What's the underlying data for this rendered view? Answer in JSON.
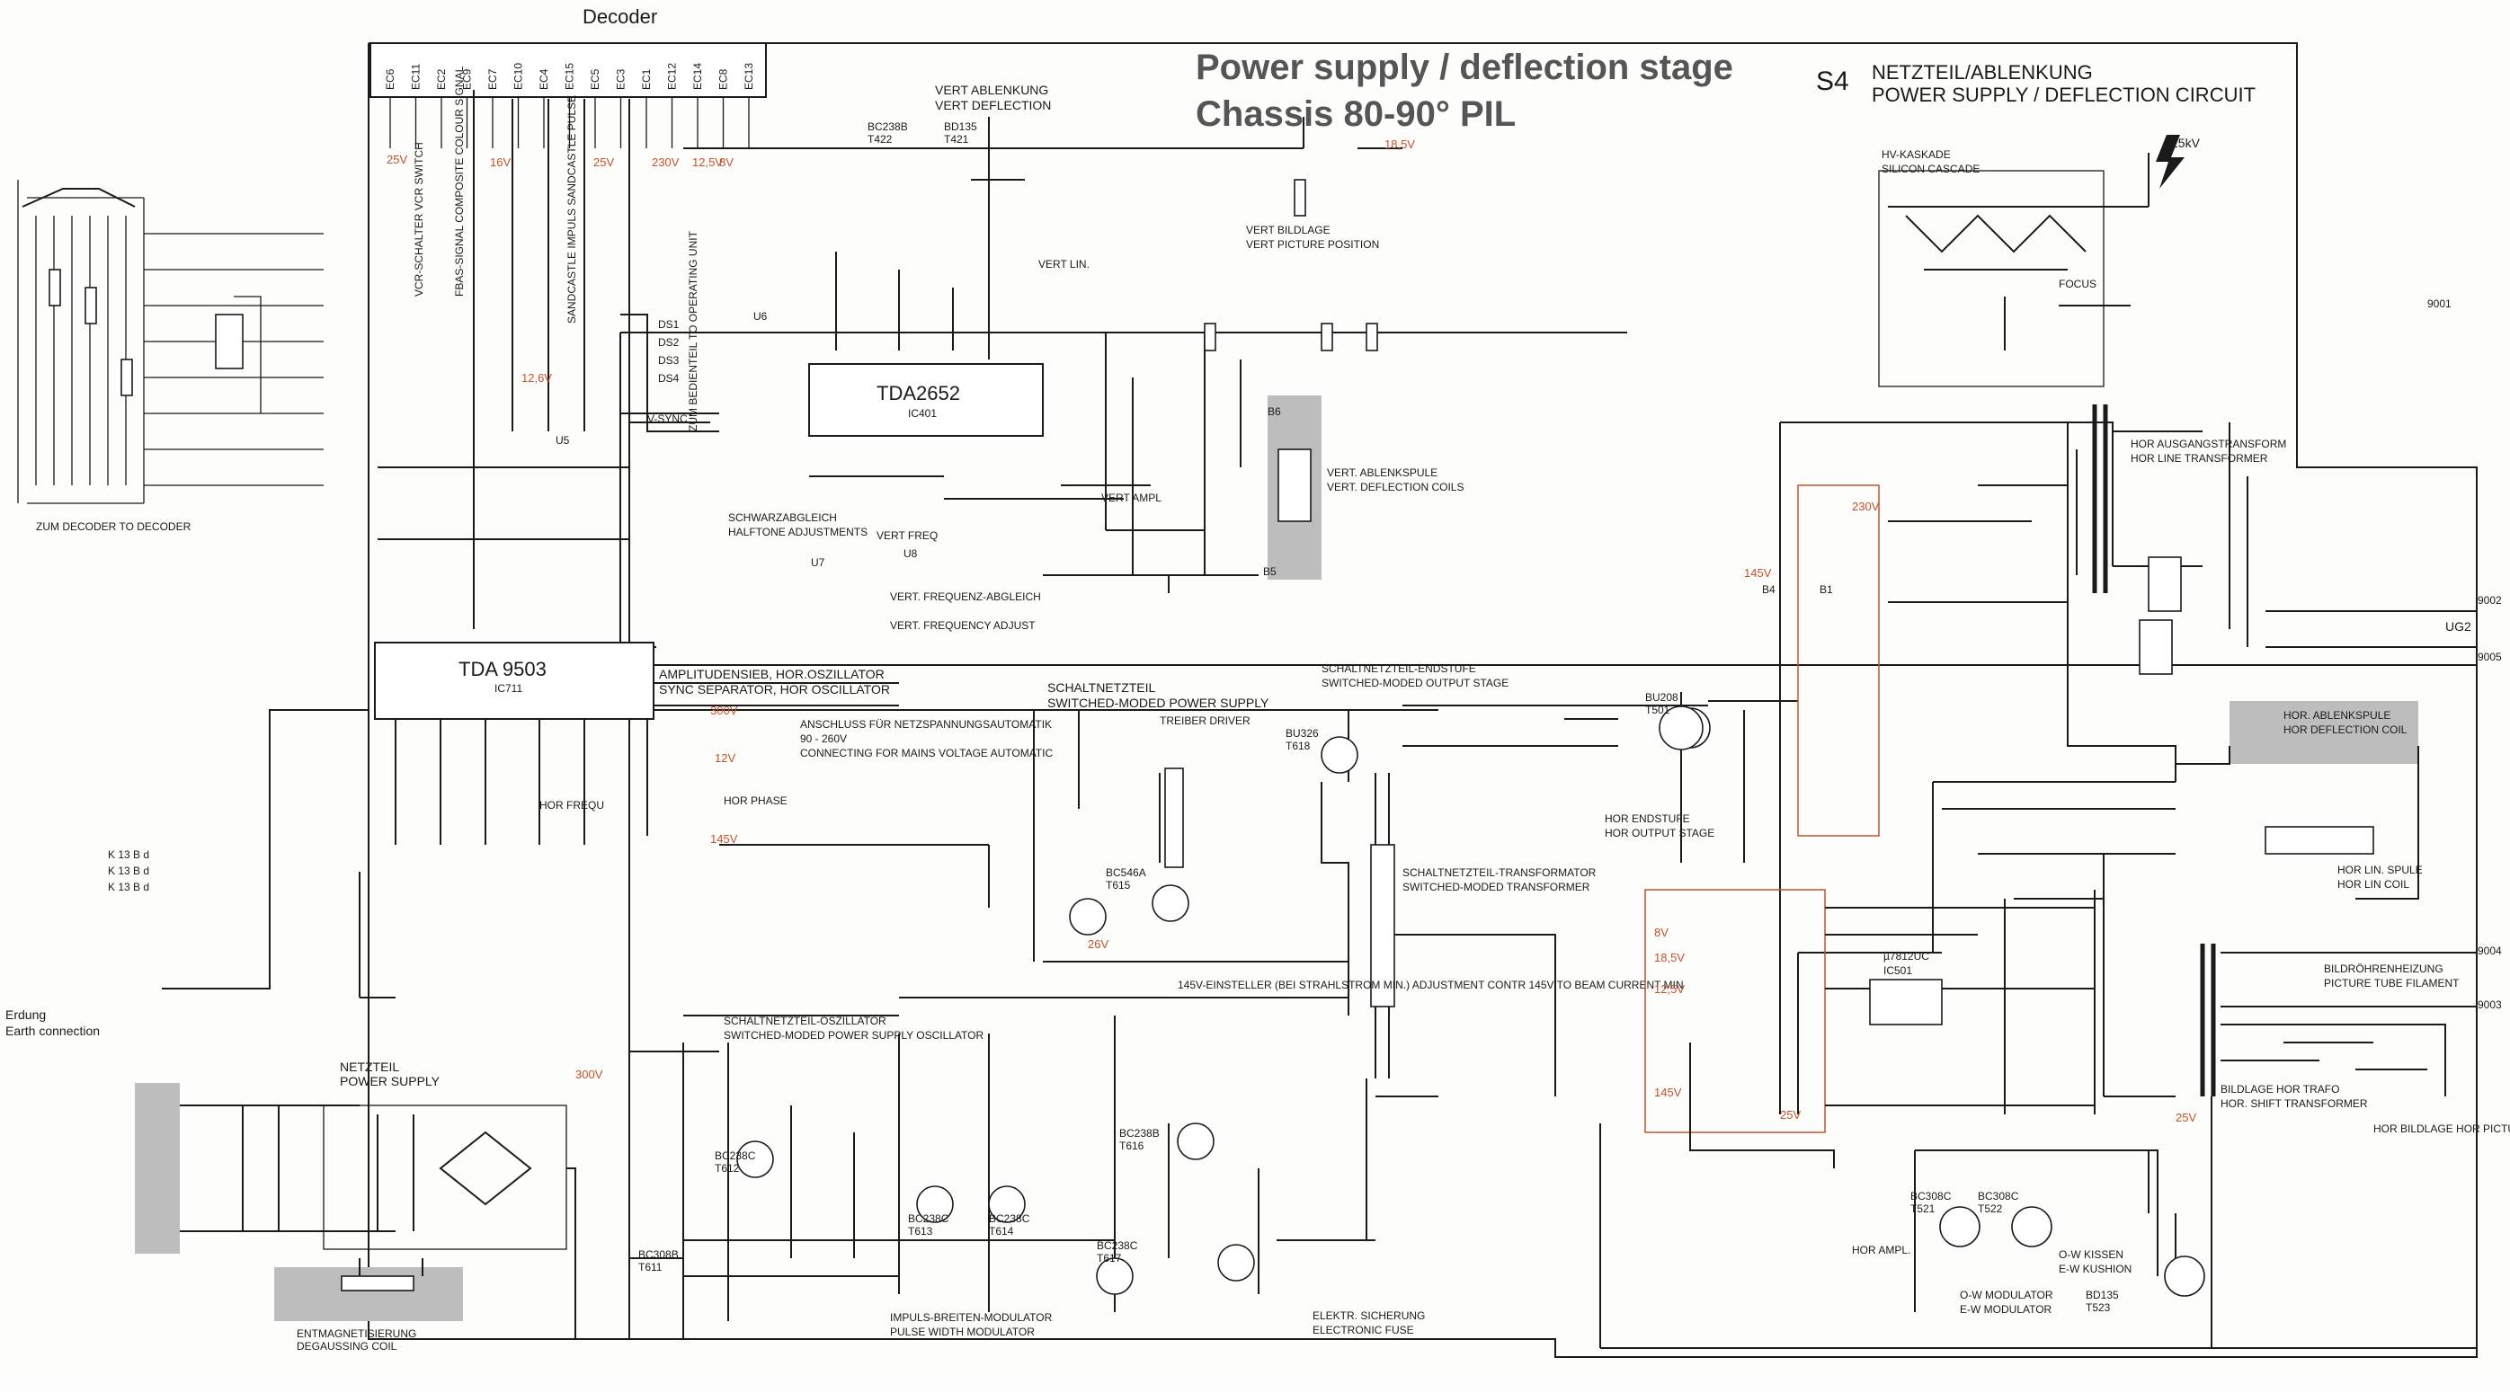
{
  "header": {
    "decoder_label": "Decoder",
    "title_line1": "Power supply / deflection stage",
    "title_line2": "Chassis 80-90° PIL",
    "sheet_id": "S4",
    "subtitle_de": "NETZTEIL/ABLENKUNG",
    "subtitle_en": "POWER SUPPLY / DEFLECTION CIRCUIT"
  },
  "connector_pins": [
    "EC6",
    "EC11",
    "EC2",
    "EC9",
    "EC7",
    "EC10",
    "EC4",
    "EC15",
    "EC5",
    "EC3",
    "EC1",
    "EC12",
    "EC14",
    "EC8",
    "EC13"
  ],
  "ic_blocks": {
    "tda9503": {
      "name": "TDA 9503",
      "ref": "IC711",
      "desc_1": "AMPLITUDENSIEB, HOR.OSZILLATOR",
      "desc_2": "SYNC SEPARATOR, HOR OSCILLATOR"
    },
    "tda2652": {
      "name": "TDA2652",
      "ref": "IC401"
    },
    "regulator": {
      "name": "µ7812UC",
      "ref": "IC501"
    }
  },
  "section_labels": {
    "vert_ablenkung": "VERT ABLENKUNG",
    "vert_deflection": "VERT DEFLECTION",
    "smps_de": "SCHALTNETZTEIL",
    "smps_en": "SWITCHED-MODED POWER SUPPLY",
    "smps_out_de": "SCHALTNETZTEIL-ENDSTUFE",
    "smps_out_en": "SWITCHED-MODED OUTPUT STAGE",
    "smps_trafo_de": "SCHALTNETZTEIL-TRANSFORMATOR",
    "smps_trafo_en": "SWITCHED-MODED TRANSFORMER",
    "netzteil_de": "NETZTEIL",
    "netzteil_en": "POWER SUPPLY",
    "earth_de": "Erdung",
    "earth_en": "Earth connection",
    "degauss_de": "ENTMAGNETISIERUNG",
    "degauss_en": "DEGAUSSING COIL",
    "vert_coils_de": "VERT. ABLENKSPULE",
    "vert_coils_en": "VERT. DEFLECTION COILS",
    "hor_coil_de": "HOR. ABLENKSPULE",
    "hor_coil_en": "HOR DEFLECTION COIL",
    "hv_cascade_de": "HV-KASKADE",
    "hv_cascade_en": "SILICON CASCADE",
    "line_trafo_de": "HOR AUSGANGSTRANSFORM",
    "line_trafo_en": "HOR LINE TRANSFORMER",
    "hor_out_de": "HOR ENDSTUFE",
    "hor_out_en": "HOR OUTPUT STAGE",
    "mains_auto_de": "ANSCHLUSS FÜR NETZSPANNUNGSAUTOMATIK",
    "mains_auto_range": "90 - 260V",
    "mains_auto_en": "CONNECTING FOR MAINS VOLTAGE AUTOMATIC",
    "ew_mod_de": "O-W MODULATOR",
    "ew_mod_en": "E-W MODULATOR",
    "ew_kiss_de": "O-W KISSEN",
    "ew_kiss_en": "E-W KUSHION",
    "filament_de": "BILDRÖHRENHEIZUNG",
    "filament_en": "PICTURE TUBE FILAMENT",
    "hor_lin": "HOR LIN. SPULE",
    "hor_lin_en": "HOR LIN COIL",
    "shift_de": "BILDLAGE HOR TRAFO",
    "shift_en": "HOR. SHIFT TRANSFORMER",
    "fuse_de": "ELEKTR. SICHERUNG",
    "fuse_en": "ELECTRONIC FUSE",
    "pwm_de": "IMPULS-BREITEN-MODULATOR",
    "pwm_en": "PULSE WIDTH MODULATOR",
    "osc_de": "SCHALTNETZTEIL-OSZILLATOR",
    "osc_en": "SWITCHED-MODED POWER SUPPLY OSCILLATOR",
    "vert_pos_de": "VERT BILDLAGE",
    "vert_pos_en": "VERT PICTURE POSITION",
    "hor_pos": "HOR BILDLAGE HOR PICTURE POSITION",
    "halftone_de": "SCHWARZABGLEICH",
    "halftone_en": "HALFTONE ADJUSTMENTS",
    "vert_freq_adj_de": "VERT. FREQUENZ-ABGLEICH",
    "vert_freq_adj_en": "VERT. FREQUENCY ADJUST",
    "hor_phase": "HOR PHASE",
    "hor_frequ": "HOR FREQU",
    "beam_adj": "145V-EINSTELLER (BEI STRAHLSTROM MIN.) ADJUSTMENT CONTR 145V TO BEAM CURRENT MIN",
    "zum_decoder": "ZUM DECODER TO DECODER",
    "hor_ampl": "HOR AMPL.",
    "vert_ampl": "VERT AMPL",
    "vert_lin": "VERT LIN.",
    "vert_freq": "VERT FREQ",
    "treiber": "TREIBER DRIVER",
    "focus": "FOCUS",
    "fbas": "FBAS-SIGNAL COMPOSITE COLOUR SIGNAL",
    "vcr_switch": "VCR-SCHALTER VCR SWITCH",
    "sandcastle": "SANDCASTLE IMPULS SANDCASTLE PULSE",
    "operating": "ZUM BEDIENTEIL TO OPERATING UNIT"
  },
  "transistors": [
    "BC238B T422",
    "BD135 T421",
    "BC546A T615",
    "BU326 T618",
    "BU208 T501",
    "BC238C T612",
    "BC308B T611",
    "BC238C T613",
    "BC238C T614",
    "BC238B T616",
    "BC238C T617",
    "BC308C T521",
    "BC308C T522",
    "BD135 T523"
  ],
  "voltage_tags": [
    "25V",
    "16V",
    "25V",
    "230V",
    "12,5V",
    "8V",
    "18,5V",
    "12,6V",
    "230V",
    "145V",
    "300V",
    "12V",
    "145V",
    "26V",
    "8V",
    "18,5V",
    "12,5V",
    "145V",
    "25V",
    "25V",
    "300V"
  ],
  "outputs": [
    "9001",
    "9002",
    "9003",
    "9004",
    "9005"
  ],
  "vg2_label": "UG2",
  "k_labels": [
    "K 13 B d",
    "K 13 B d",
    "K 13 B d"
  ],
  "hv_label": "25kV",
  "chassis_marks": [
    "DS1",
    "DS2",
    "DS3",
    "DS4",
    "V-SYNC",
    "U5",
    "U6",
    "U7",
    "U8",
    "B1",
    "B4",
    "B5",
    "B6"
  ]
}
